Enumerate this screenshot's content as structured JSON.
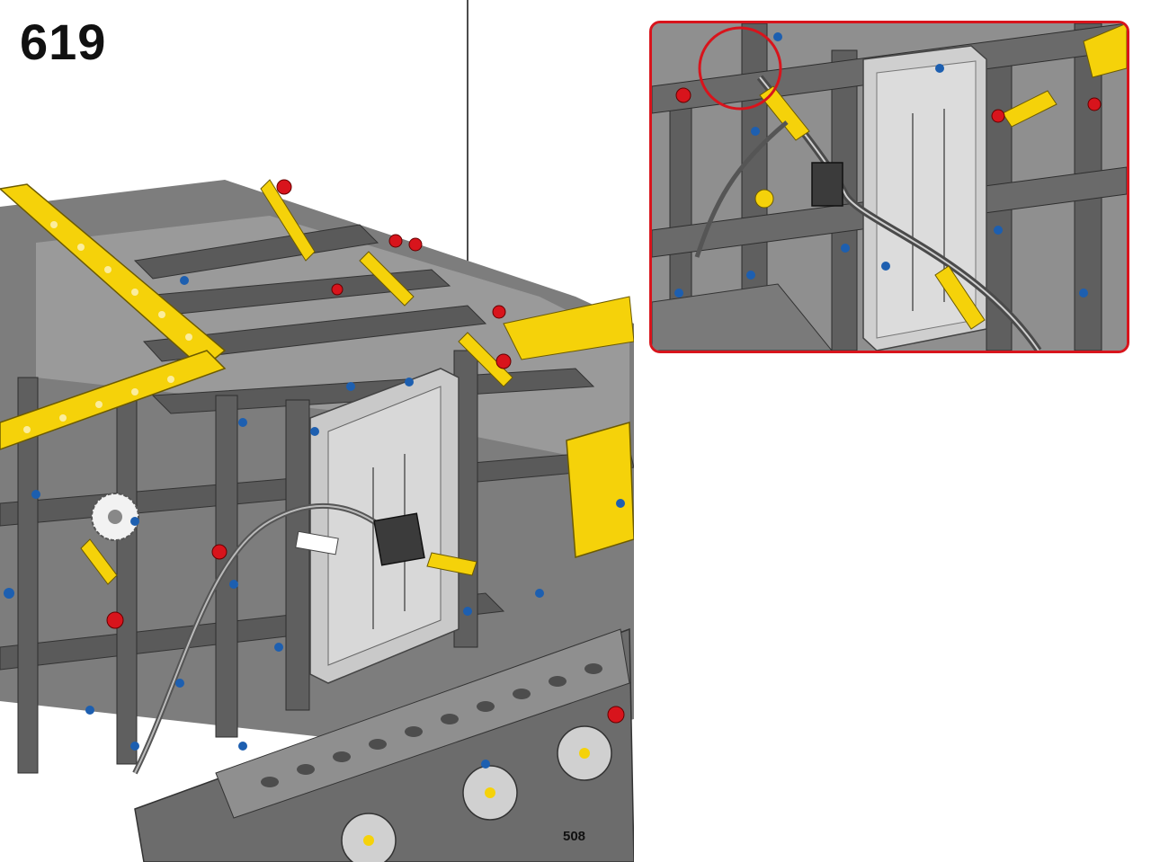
{
  "step": {
    "number": "619"
  },
  "page": {
    "number": "508"
  },
  "colors": {
    "frame_dark": "#5c5c5c",
    "frame_mid": "#8d8d8d",
    "frame_light": "#c8c8c8",
    "yellow": "#f5d20a",
    "red": "#d8141c",
    "blue": "#1d5fb0",
    "callout_border": "#d8141c"
  },
  "icons": {
    "callout": "zoom-detail-callout",
    "highlight": "highlight-circle",
    "arrow": "down-arrow"
  }
}
